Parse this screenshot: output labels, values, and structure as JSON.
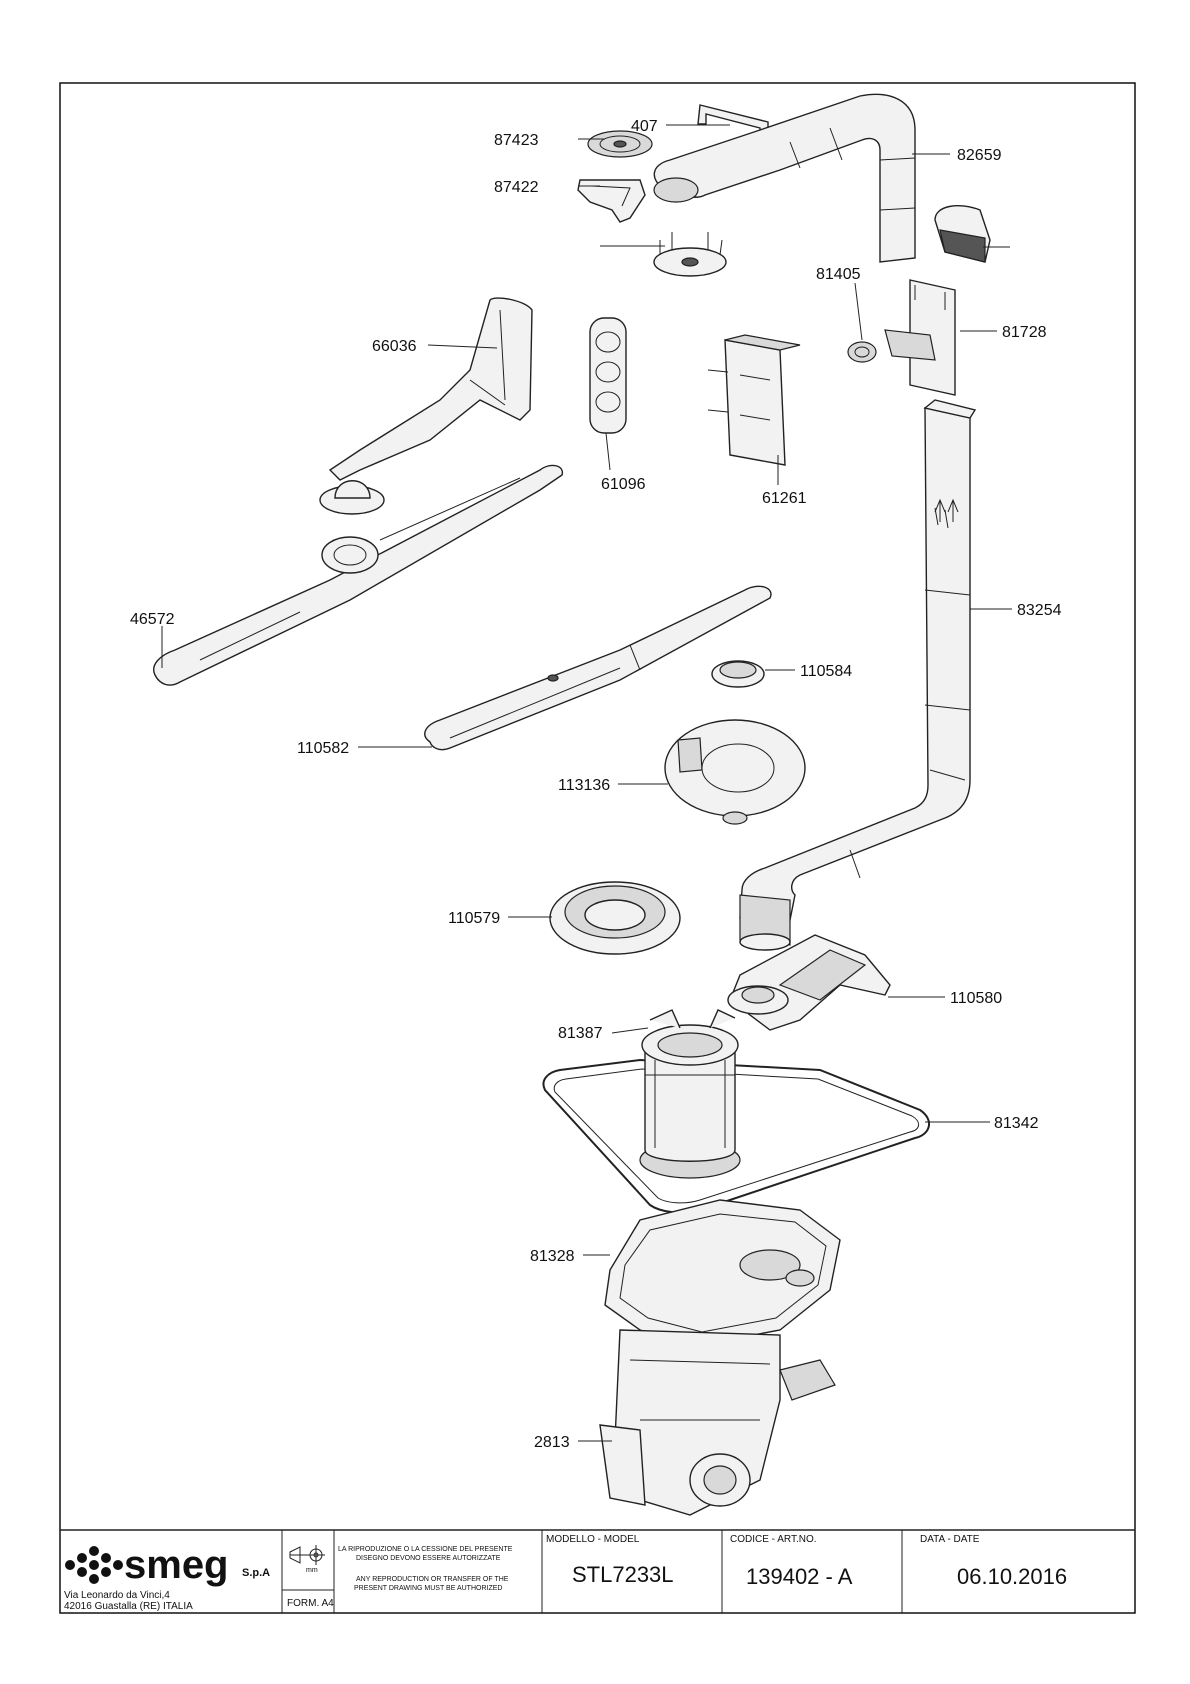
{
  "parts": [
    {
      "id": "p-87423",
      "label": "87423"
    },
    {
      "id": "p-407",
      "label": "407"
    },
    {
      "id": "p-82659",
      "label": "82659"
    },
    {
      "id": "p-87422",
      "label": "87422"
    },
    {
      "id": "p-81405",
      "label": "81405"
    },
    {
      "id": "p-81728",
      "label": "81728"
    },
    {
      "id": "p-66036",
      "label": "66036"
    },
    {
      "id": "p-61096",
      "label": "61096"
    },
    {
      "id": "p-61261",
      "label": "61261"
    },
    {
      "id": "p-46572",
      "label": "46572"
    },
    {
      "id": "p-83254",
      "label": "83254"
    },
    {
      "id": "p-110584",
      "label": "110584"
    },
    {
      "id": "p-110582",
      "label": "110582"
    },
    {
      "id": "p-113136",
      "label": "113136"
    },
    {
      "id": "p-110579",
      "label": "110579"
    },
    {
      "id": "p-110580",
      "label": "110580"
    },
    {
      "id": "p-81387",
      "label": "81387"
    },
    {
      "id": "p-81342",
      "label": "81342"
    },
    {
      "id": "p-81328",
      "label": "81328"
    },
    {
      "id": "p-2813",
      "label": "2813"
    }
  ],
  "title_block": {
    "company": "smeg",
    "company_suffix": "S.p.A",
    "address_line1": "Via Leonardo da Vinci,4",
    "address_line2": "42016  Guastalla (RE) ITALIA",
    "unit": "mm",
    "form": "FORM. A4",
    "notice_it_1": "LA RIPRODUZIONE O LA CESSIONE DEL PRESENTE",
    "notice_it_2": "DISEGNO DEVONO ESSERE AUTORIZZATE",
    "notice_en_1": "ANY REPRODUCTION OR TRANSFER OF THE",
    "notice_en_2": "PRESENT DRAWING MUST BE AUTHORIZED",
    "model_label": "MODELLO - MODEL",
    "model_value": "STL7233L",
    "code_label": "CODICE - ART.NO.",
    "code_value": "139402 - A",
    "date_label": "DATA - DATE",
    "date_value": "06.10.2016"
  }
}
